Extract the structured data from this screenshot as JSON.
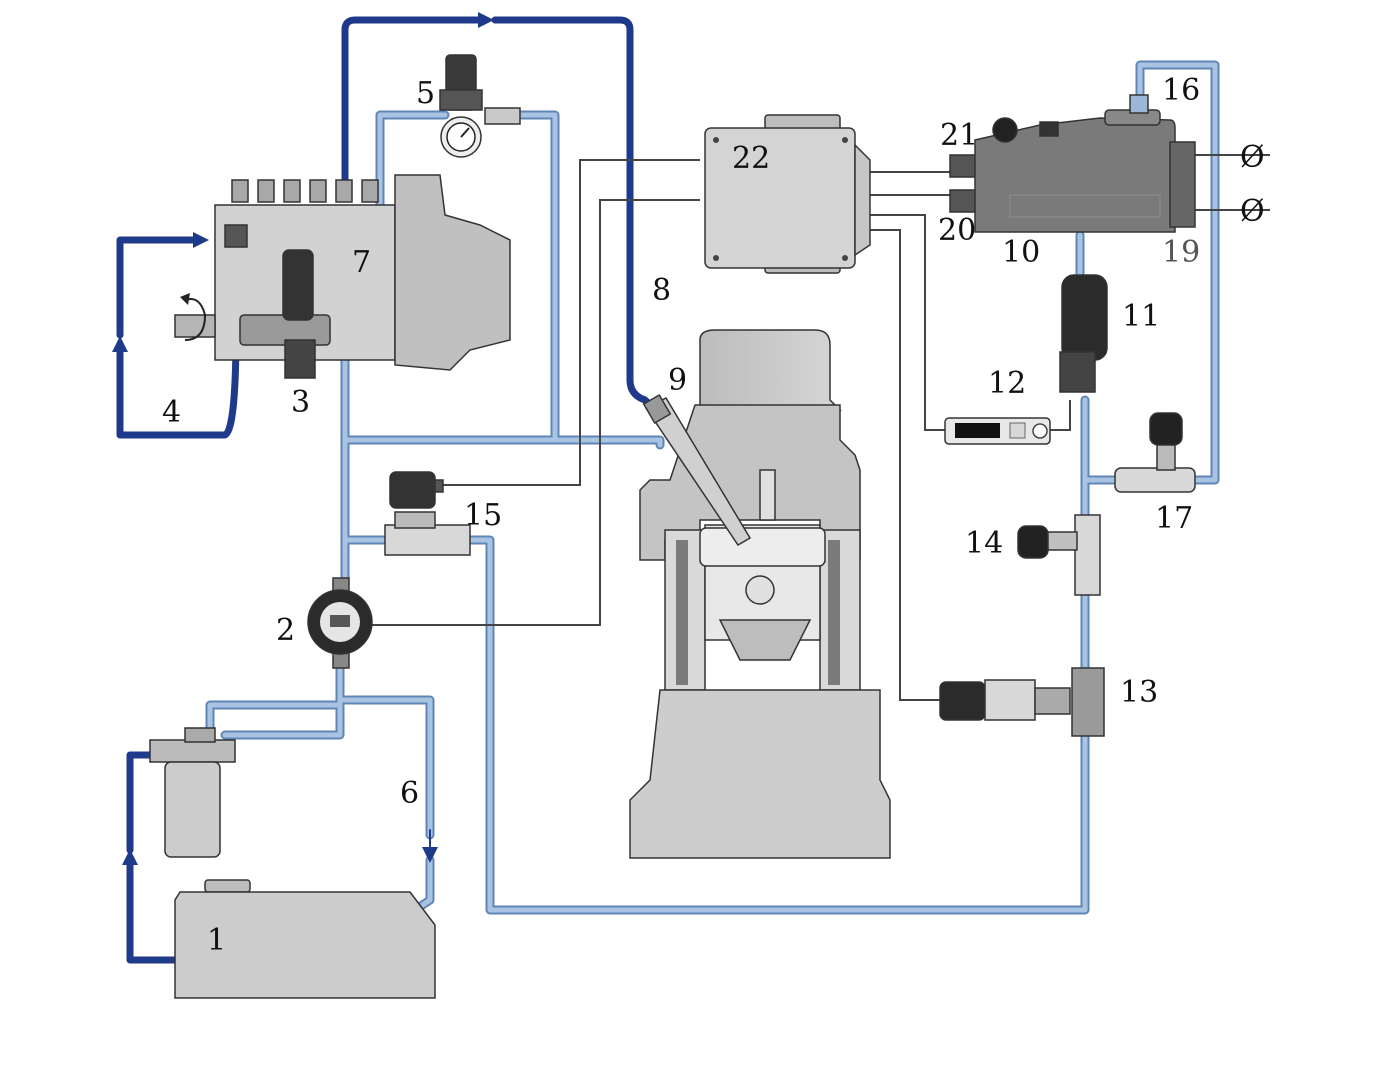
{
  "colors": {
    "pressure_line": "#1f3a8a",
    "return_line": "#9cb8d8",
    "return_line_edge": "#5f86b6",
    "signal_wire": "#444444",
    "component_fill": "#c8c8c8",
    "component_dark": "#5a5a5a",
    "engine_fill": "#cfcfcf",
    "label_text": "#111111",
    "label_text_alt": "#555555"
  },
  "labels": {
    "l1": "1",
    "l2": "2",
    "l3": "3",
    "l4": "4",
    "l5": "5",
    "l6": "6",
    "l7": "7",
    "l8": "8",
    "l9": "9",
    "l10": "10",
    "l11": "11",
    "l12": "12",
    "l13": "13",
    "l14": "14",
    "l15": "15",
    "l16": "16",
    "l17": "17",
    "l19": "19",
    "l20": "20",
    "l21": "21",
    "l22": "22"
  },
  "symbols": {
    "phi_top": "Ø",
    "phi_bottom": "Ø"
  },
  "icons": {
    "rotation": "rotation-arrow-icon",
    "gauge": "pressure-gauge-icon",
    "arrow": "flow-arrow-icon"
  }
}
